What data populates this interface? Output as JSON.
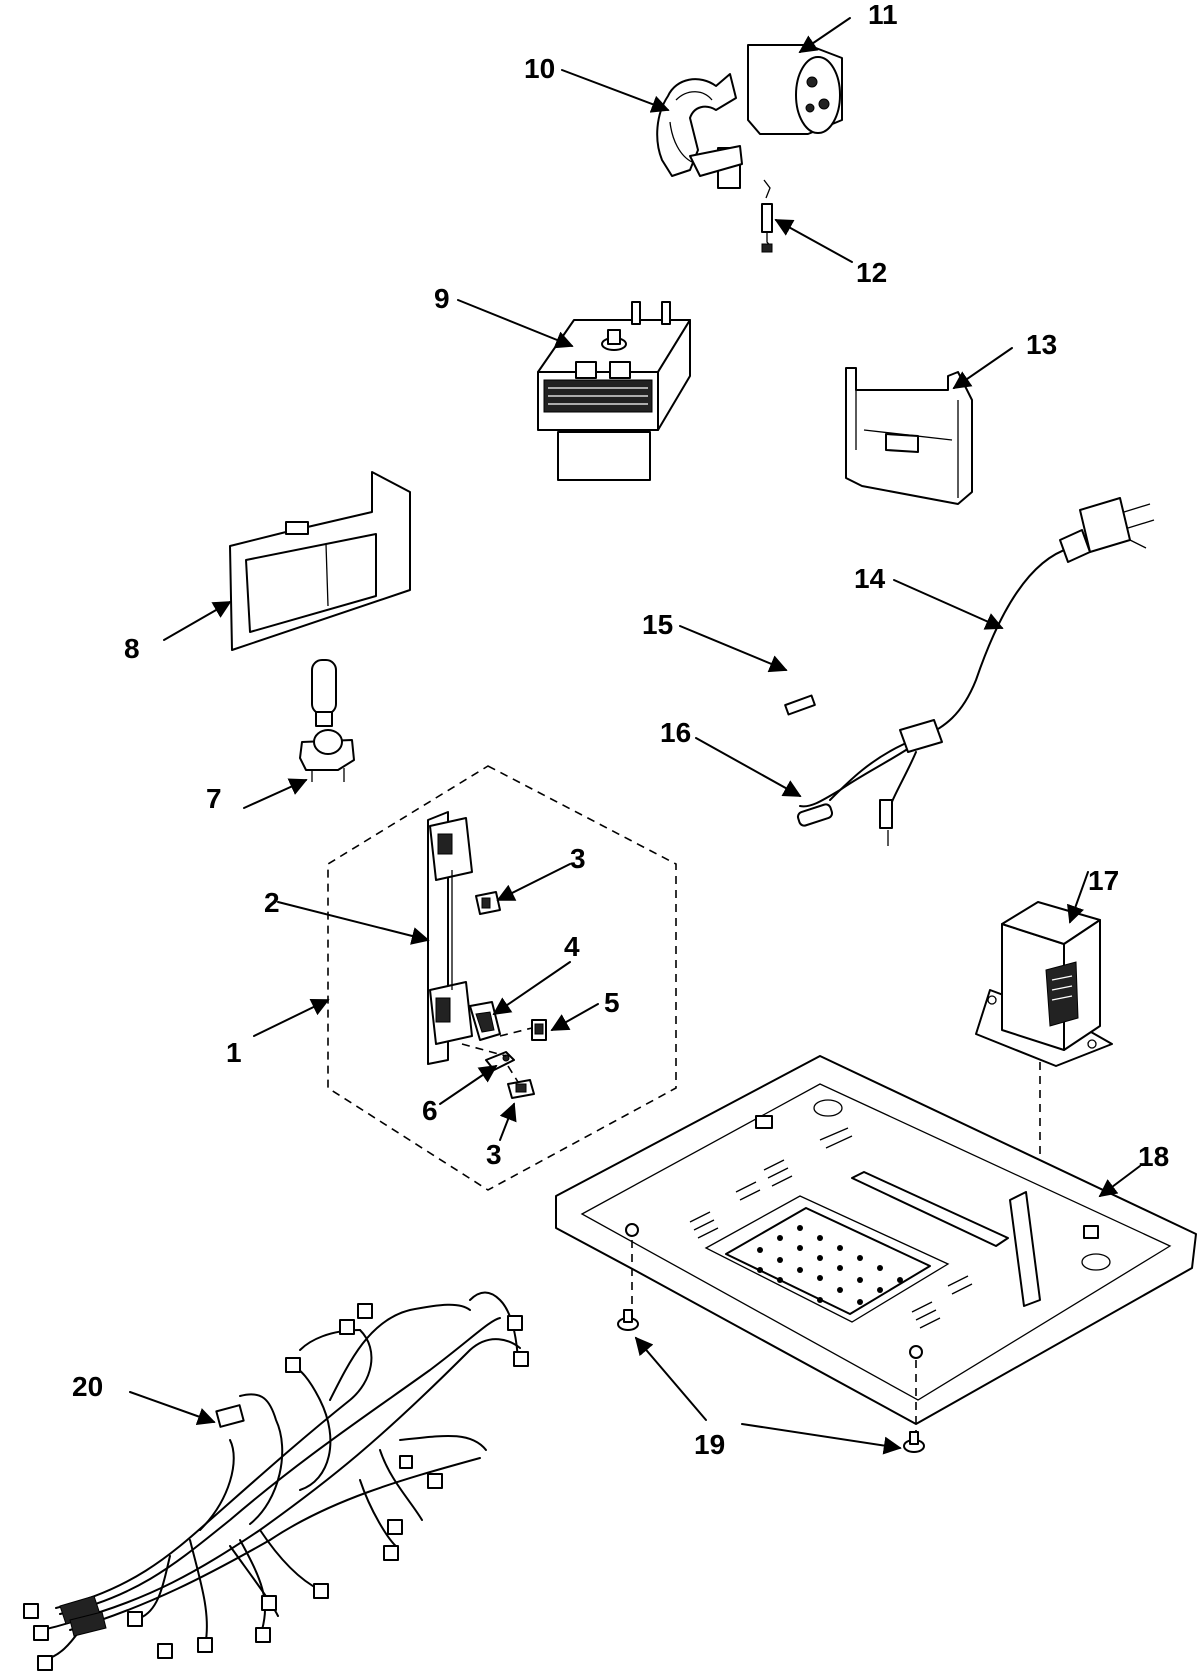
{
  "labels": {
    "p1": "1",
    "p2": "2",
    "p3a": "3",
    "p3b": "3",
    "p4": "4",
    "p5": "5",
    "p6": "6",
    "p7": "7",
    "p8": "8",
    "p9": "9",
    "p10": "10",
    "p11": "11",
    "p12": "12",
    "p13": "13",
    "p14": "14",
    "p15": "15",
    "p16": "16",
    "p17": "17",
    "p18": "18",
    "p19": "19",
    "p20": "20"
  }
}
